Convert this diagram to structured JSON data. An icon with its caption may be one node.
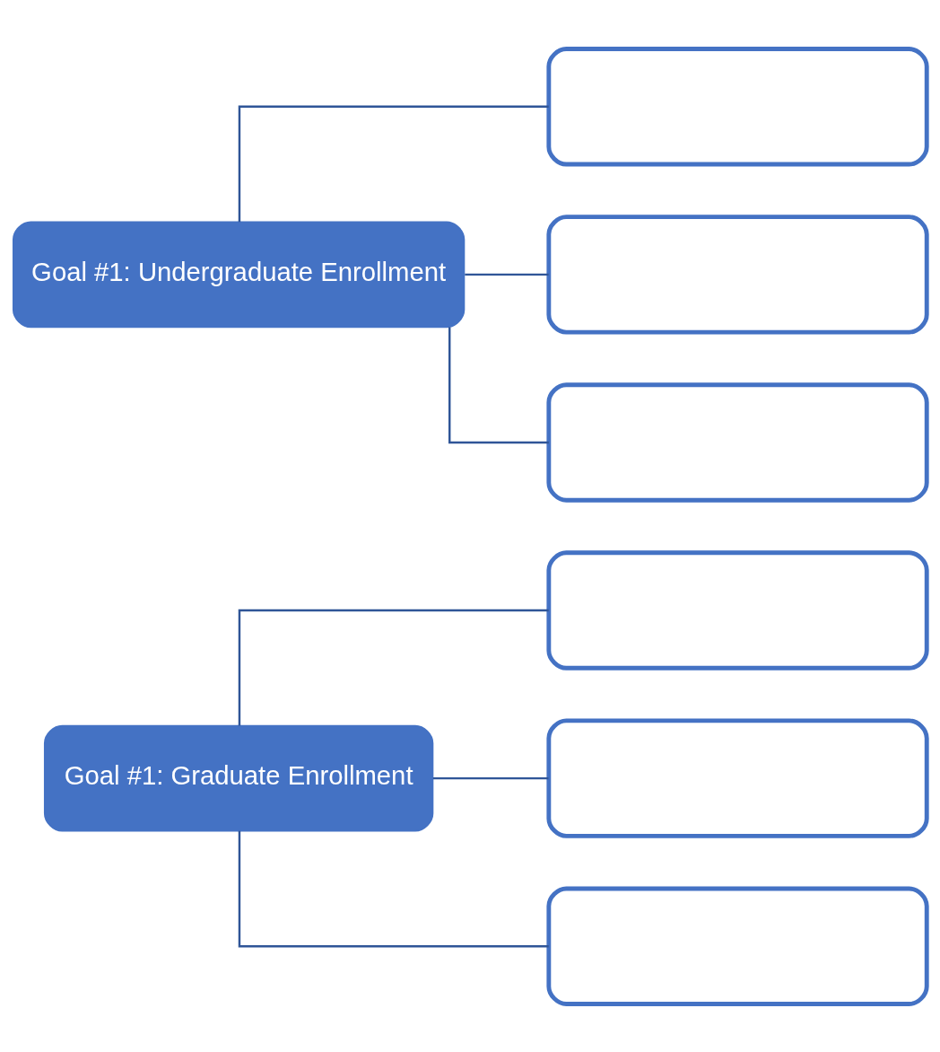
{
  "diagram": {
    "nodes": [
      {
        "text": [
          "Goal #1: Undergraduate Enrollment"
        ]
      },
      {
        "text": [],
        "shape": "box"
      },
      {
        "text": [],
        "shape": "box"
      },
      {
        "text": [],
        "shape": "box"
      },
      {
        "text": [
          "Goal #1: Graduate Enrollment"
        ]
      },
      {
        "text": [],
        "shape": "box"
      },
      {
        "text": [],
        "shape": "box"
      },
      {
        "text": [],
        "shape": "box"
      }
    ],
    "edges": [
      {
        "from": 0,
        "to": 1,
        "arrow": "none"
      },
      {
        "from": 0,
        "to": 2,
        "arrow": "none"
      },
      {
        "from": 0,
        "to": 3,
        "arrow": "none"
      },
      {
        "from": 4,
        "to": 5,
        "arrow": "none"
      },
      {
        "from": 4,
        "to": 6,
        "arrow": "none"
      },
      {
        "from": 4,
        "to": 7,
        "arrow": "none"
      }
    ]
  }
}
